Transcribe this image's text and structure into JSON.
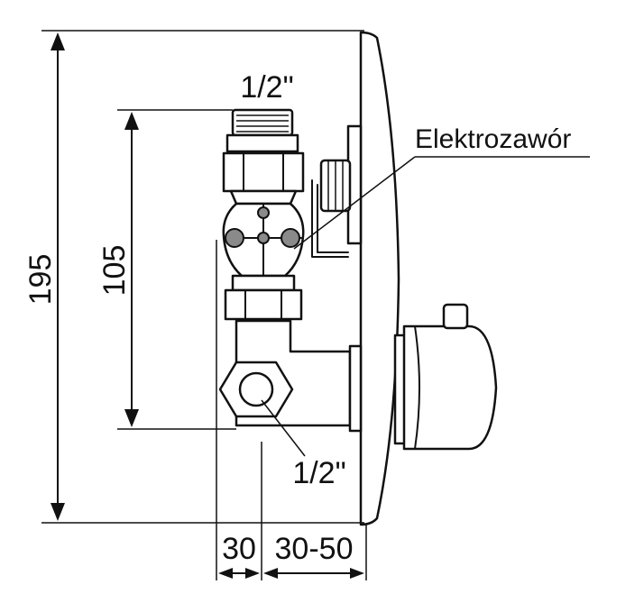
{
  "dimensions": {
    "total_height": "195",
    "inner_height": "105",
    "offset_left": "30",
    "offset_right": "30-50"
  },
  "labels": {
    "thread_top": "1/2\"",
    "thread_bottom": "1/2\"",
    "solenoid_valve": "Elektrozawór"
  },
  "colors": {
    "line": "#111111",
    "background": "#ffffff"
  }
}
